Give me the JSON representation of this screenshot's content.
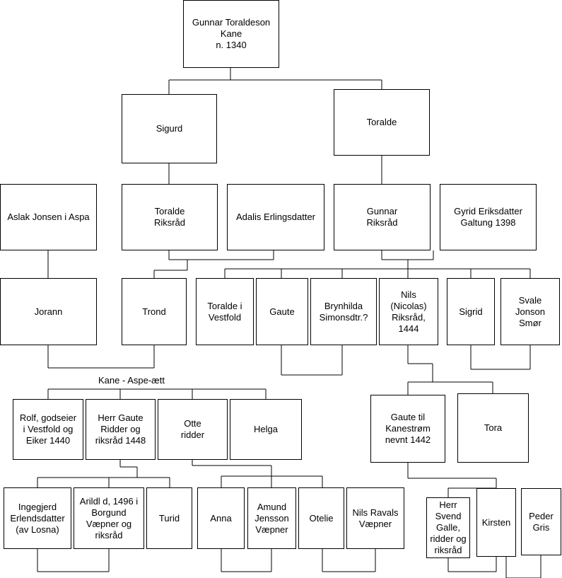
{
  "people": {
    "gunnar_toraldeson": "Gunnar Toraldeson\nKane\nn. 1340",
    "sigurd": "Sigurd",
    "toralde": "Toralde",
    "aslak": "Aslak Jonsen i Aspa",
    "toralde_riksrad": "Toralde\nRiksråd",
    "adalis": "Adalis Erlingsdatter",
    "gunnar_riksrad": "Gunnar\nRiksråd",
    "gyrid": "Gyrid Eriksdatter\nGaltung 1398",
    "jorann": "Jorann",
    "trond": "Trond",
    "toralde_vestfold": "Toralde i\nVestfold",
    "gaute": "Gaute",
    "brynhilda": "Brynhilda\nSimonsdtr.?",
    "nils": "Nils\n(Nicolas)\nRiksråd,\n1444",
    "sigrid": "Sigrid",
    "svale": "Svale\nJonson\nSmør",
    "rolf": "Rolf, godseier\ni Vestfold og\nEiker 1440",
    "herr_gaute": "Herr Gaute\nRidder og\nriksråd 1448",
    "otte": "Otte\nridder",
    "helga": "Helga",
    "gaute_kanestrom": "Gaute til\nKanestrøm\nnevnt 1442",
    "tora": "Tora",
    "ingegjerd": "Ingegjerd\nErlendsdatter\n(av Losna)",
    "arild": "Arildl d, 1496 i\nBorgund\nVæpner og\nriksråd",
    "turid": "Turid",
    "anna": "Anna",
    "amund": "Amund\nJensson\nVæpner",
    "otelie": "Otelie",
    "nils_ravals": "Nils Ravals\nVæpner",
    "herr_svend": "Herr\nSvend\nGalle,\nridder og\nriksråd",
    "kirsten": "Kirsten",
    "peder": "Peder\nGris"
  },
  "labels": {
    "family_caption": "Kane - Aspe-ætt"
  }
}
